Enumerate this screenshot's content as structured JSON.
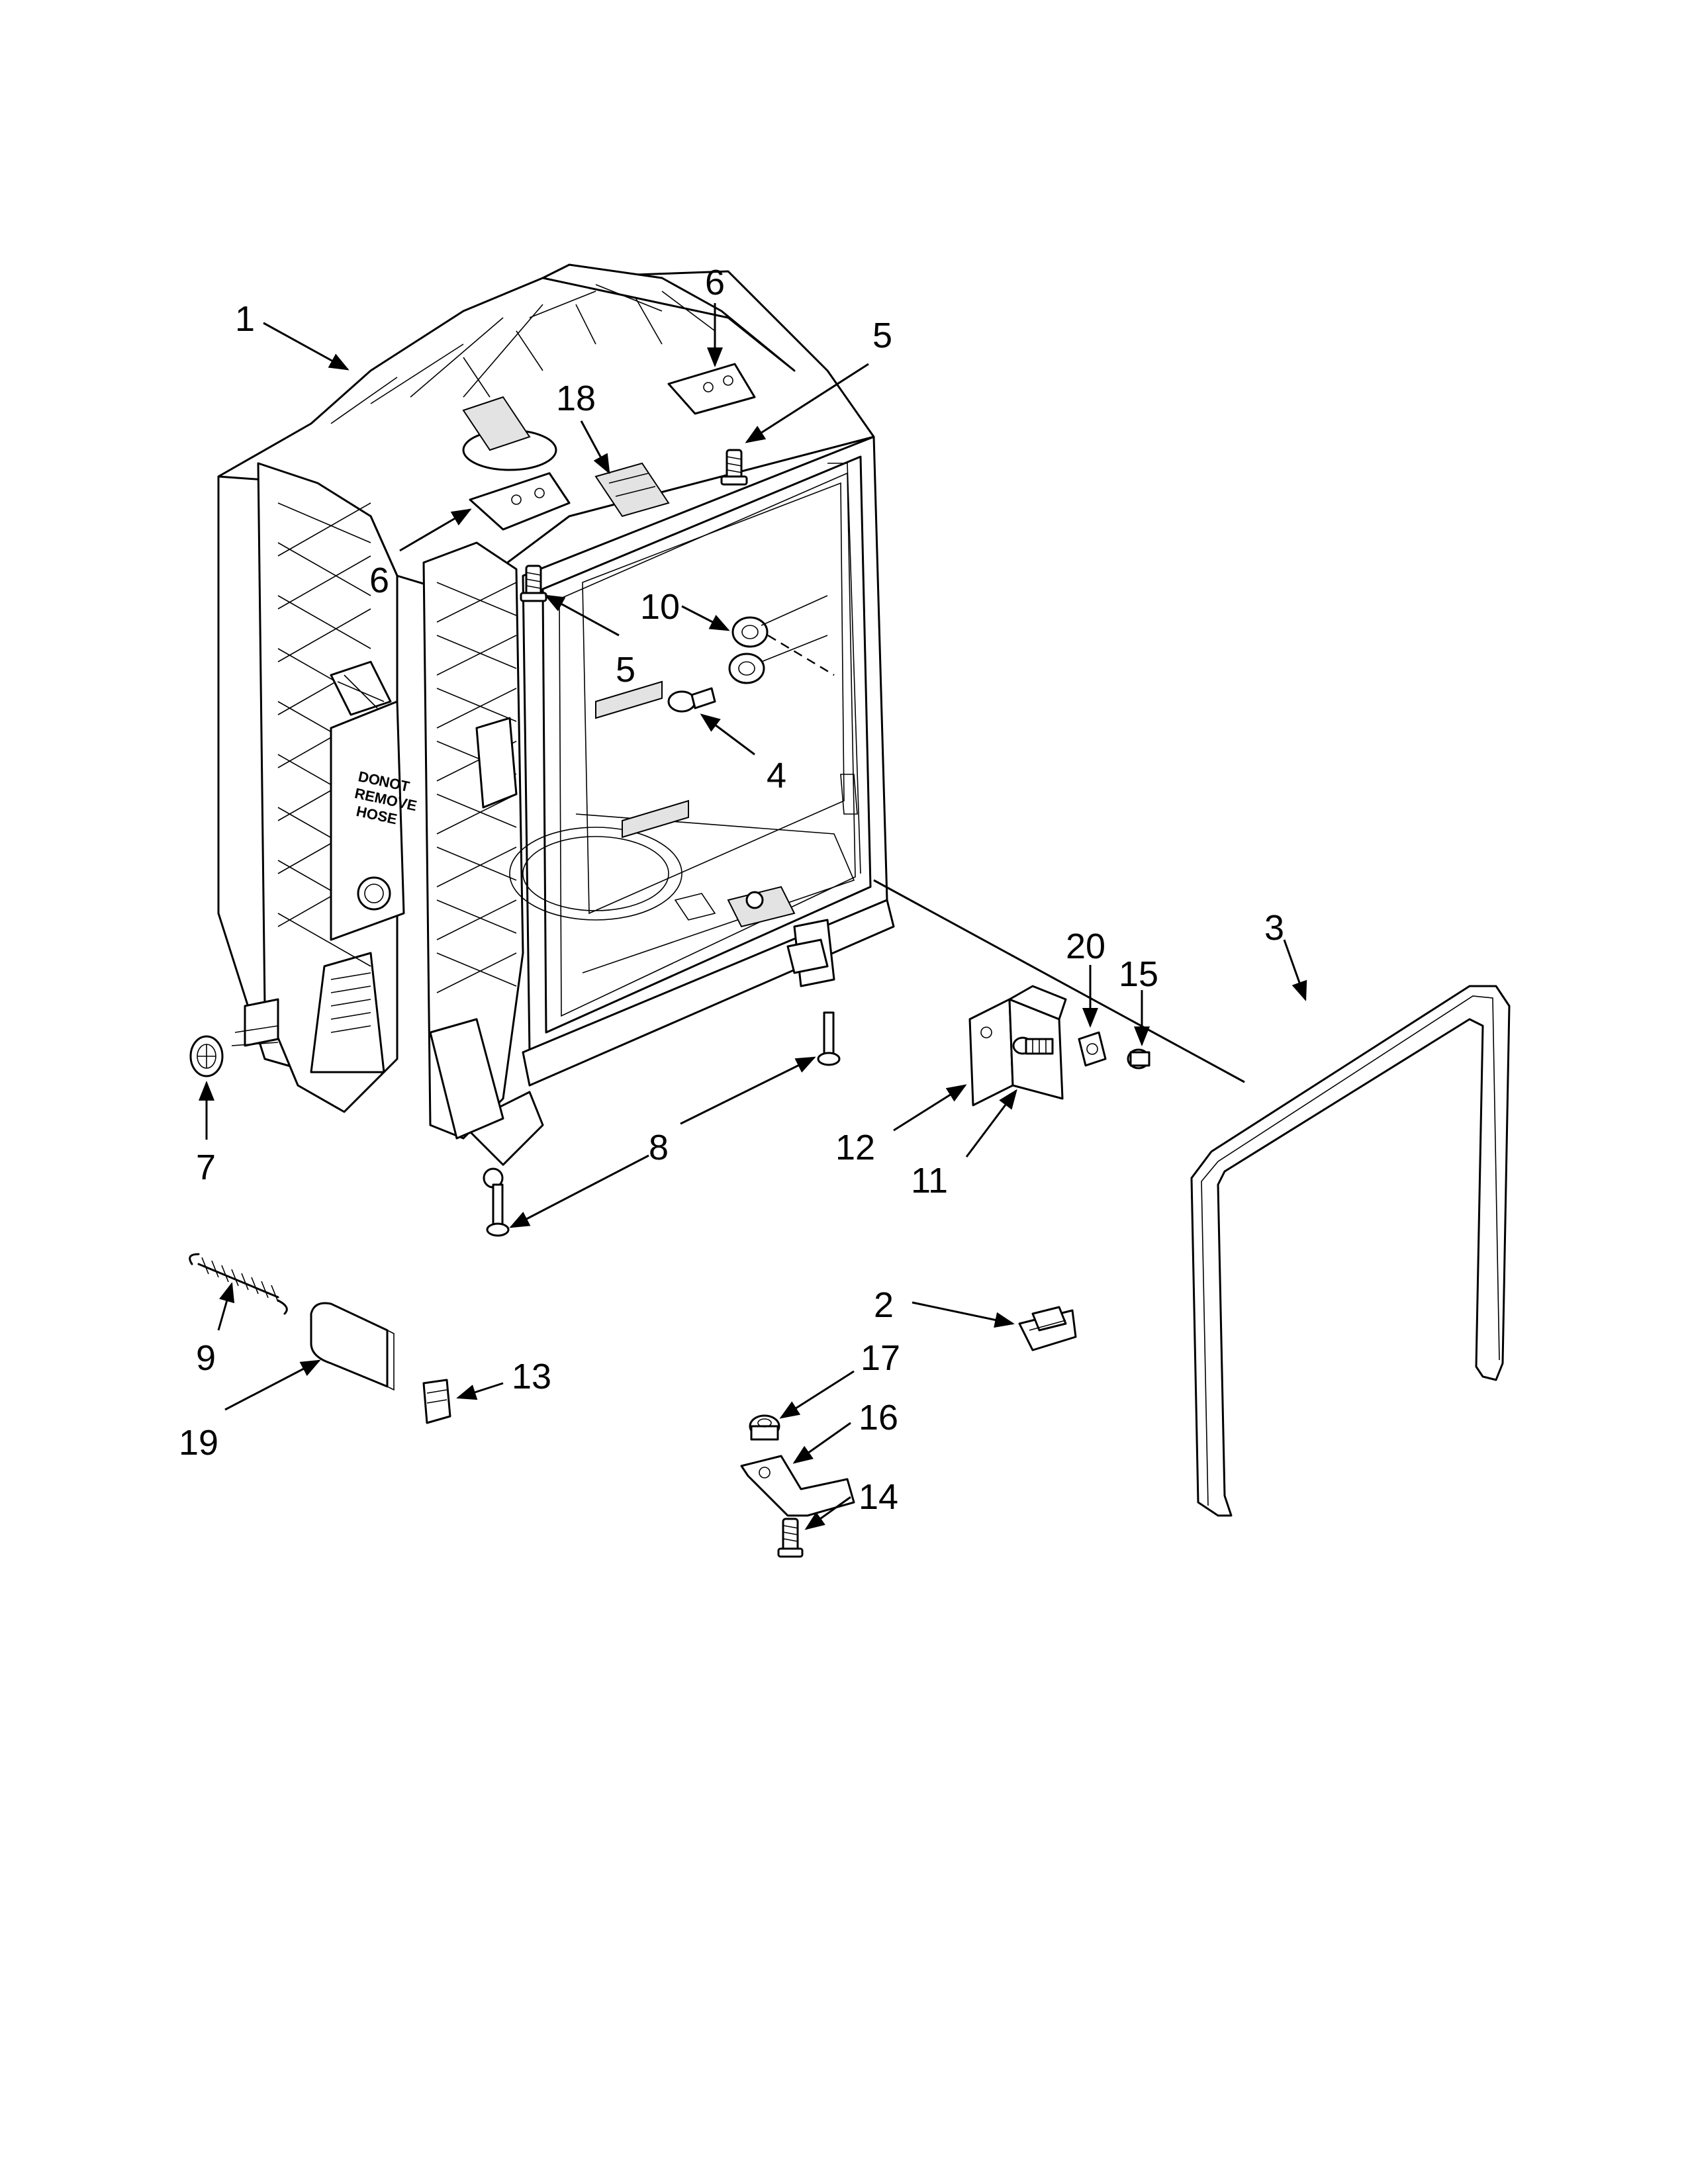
{
  "diagram": {
    "hose_label": [
      "DO",
      "NOT",
      "REMOVE",
      "HOSE"
    ],
    "callouts": [
      "1",
      "2",
      "3",
      "4",
      "5",
      "5",
      "6",
      "6",
      "7",
      "8",
      "9",
      "10",
      "11",
      "12",
      "13",
      "14",
      "15",
      "16",
      "17",
      "18",
      "19",
      "20"
    ]
  }
}
